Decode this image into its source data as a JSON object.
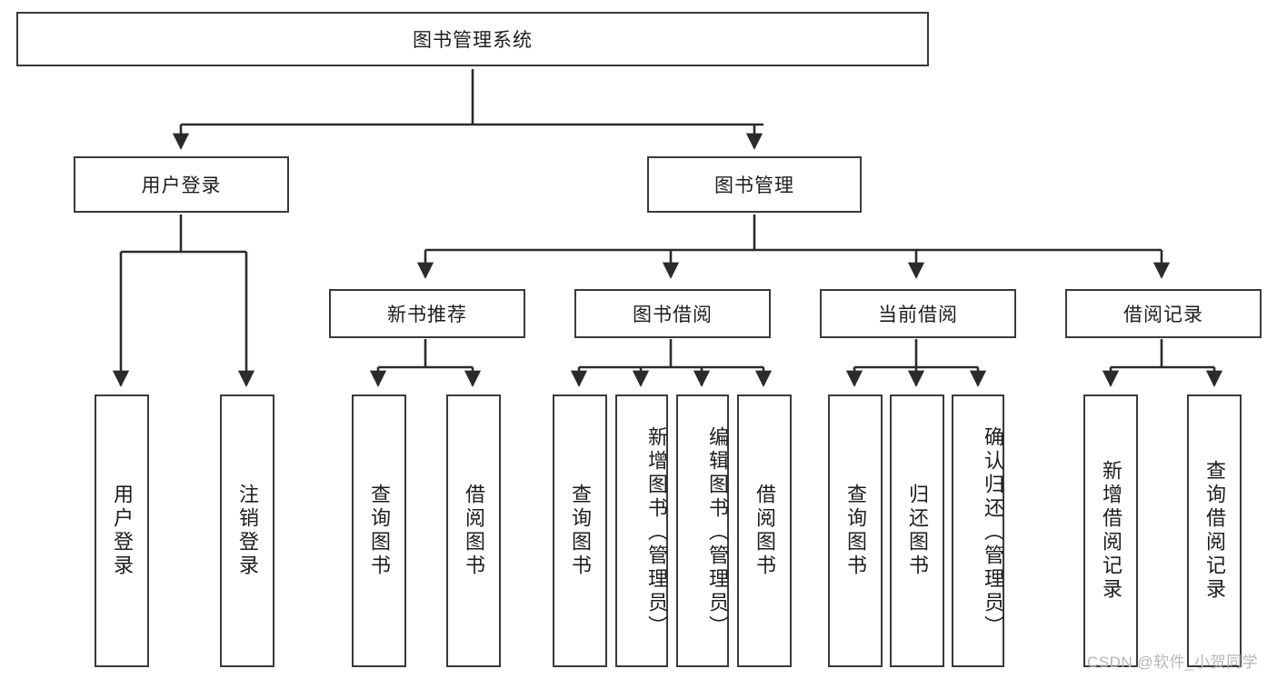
{
  "diagram": {
    "type": "tree-hierarchy",
    "title": "图书管理系统",
    "watermark": "CSDN @软件_小贺同学",
    "colors": {
      "box_border": "#3a3a3a",
      "box_fill": "#ffffff",
      "edge": "#2b2b2b",
      "text": "#1d1d1d",
      "watermark": "#b6b6b6"
    },
    "root": {
      "label": "图书管理系统",
      "orientation": "horizontal"
    },
    "level2": [
      {
        "label": "用户登录",
        "orientation": "horizontal"
      },
      {
        "label": "图书管理",
        "orientation": "horizontal"
      }
    ],
    "level3": [
      {
        "label": "新书推荐",
        "orientation": "horizontal"
      },
      {
        "label": "图书借阅",
        "orientation": "horizontal"
      },
      {
        "label": "当前借阅",
        "orientation": "horizontal"
      },
      {
        "label": "借阅记录",
        "orientation": "horizontal"
      }
    ],
    "leaves": {
      "user_login": [
        {
          "label": "用户登录",
          "orientation": "vertical"
        },
        {
          "label": "注销登录",
          "orientation": "vertical"
        }
      ],
      "new_book_recommend": [
        {
          "label": "查询图书",
          "orientation": "vertical"
        },
        {
          "label": "借阅图书",
          "orientation": "vertical"
        }
      ],
      "book_borrow": [
        {
          "label": "查询图书",
          "orientation": "vertical"
        },
        {
          "label": "新增图书（管理员）",
          "orientation": "vertical"
        },
        {
          "label": "编辑图书（管理员）",
          "orientation": "vertical"
        },
        {
          "label": "借阅图书",
          "orientation": "vertical"
        }
      ],
      "current_borrow": [
        {
          "label": "查询图书",
          "orientation": "vertical"
        },
        {
          "label": "归还图书",
          "orientation": "vertical"
        },
        {
          "label": "确认归还（管理员）",
          "orientation": "vertical"
        }
      ],
      "borrow_record": [
        {
          "label": "新增借阅记录",
          "orientation": "vertical"
        },
        {
          "label": "查询借阅记录",
          "orientation": "vertical"
        }
      ]
    }
  }
}
